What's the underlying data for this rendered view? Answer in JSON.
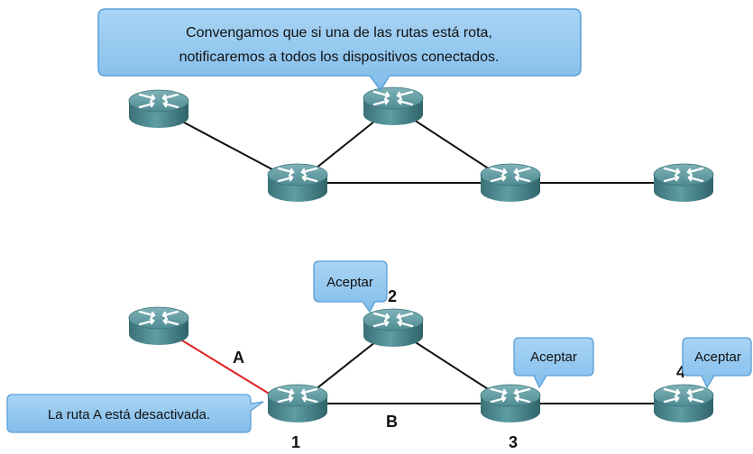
{
  "top_diagram": {
    "callout_line1": "Convengamos que si una de las rutas está rota,",
    "callout_line2": "notificaremos a todos los dispositivos conectados."
  },
  "bottom_diagram": {
    "link_a_label": "A",
    "link_b_label": "B",
    "router_labels": [
      "1",
      "2",
      "3",
      "4"
    ],
    "accept_label": "Aceptar",
    "route_down_message": "La ruta A está desactivada."
  },
  "colors": {
    "router_fill": "#4f8c93",
    "callout_fill": "#8ec4ee",
    "callout_stroke": "#5a9fd6",
    "link_normal": "#111111",
    "link_down": "#e02020"
  },
  "icons": {
    "router": "router-icon"
  }
}
